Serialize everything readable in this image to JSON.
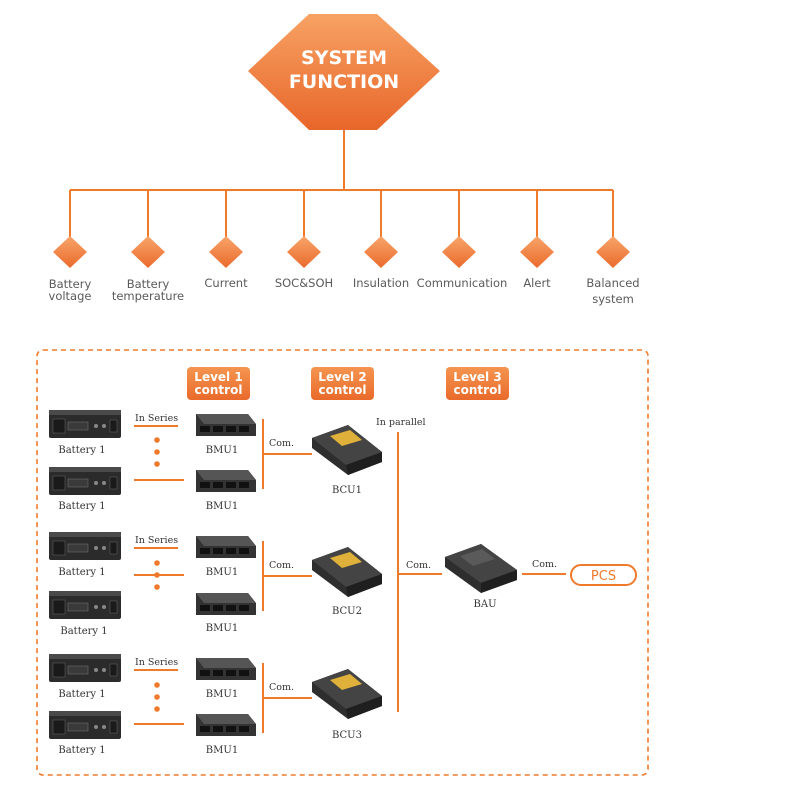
{
  "title": {
    "line1": "SYSTEM",
    "line2": "FUNCTION"
  },
  "functions": [
    {
      "line1": "Battery",
      "line2": "voltage"
    },
    {
      "line1": "Battery",
      "line2": "temperature"
    },
    {
      "line1": "Current",
      "line2": ""
    },
    {
      "line1": "SOC&SOH",
      "line2": ""
    },
    {
      "line1": "Insulation",
      "line2": ""
    },
    {
      "line1": "Communication",
      "line2": ""
    },
    {
      "line1": "Alert",
      "line2": ""
    },
    {
      "line1": "Balanced",
      "line2": "system"
    }
  ],
  "levels": [
    {
      "line1": "Level 1",
      "line2": "control"
    },
    {
      "line1": "Level 2",
      "line2": "control"
    },
    {
      "line1": "Level 3",
      "line2": "control"
    }
  ],
  "groups": [
    {
      "series_label": "In Series",
      "com_label": "Com.",
      "bcu_label": "BCU1",
      "rows": [
        {
          "battery_label": "Battery 1",
          "bmu_label": "BMU1"
        },
        {
          "battery_label": "Battery 1",
          "bmu_label": "BMU1"
        }
      ]
    },
    {
      "series_label": "In Series",
      "com_label": "Com.",
      "bcu_label": "BCU2",
      "rows": [
        {
          "battery_label": "Battery 1",
          "bmu_label": "BMU1"
        },
        {
          "battery_label": "Battery 1",
          "bmu_label": "BMU1"
        }
      ]
    },
    {
      "series_label": "In Series",
      "com_label": "Com.",
      "bcu_label": "BCU3",
      "rows": [
        {
          "battery_label": "Battery 1",
          "bmu_label": "BMU1"
        },
        {
          "battery_label": "Battery 1",
          "bmu_label": "BMU1"
        }
      ]
    }
  ],
  "parallel_label": "In parallel",
  "bau": {
    "label": "BAU",
    "com_label": "Com."
  },
  "pcs": {
    "label": "PCS",
    "com_label": "Com."
  },
  "colors": {
    "accent": "#f07a2c",
    "accent_light": "#f5a063",
    "device": "#2b2b2b"
  }
}
